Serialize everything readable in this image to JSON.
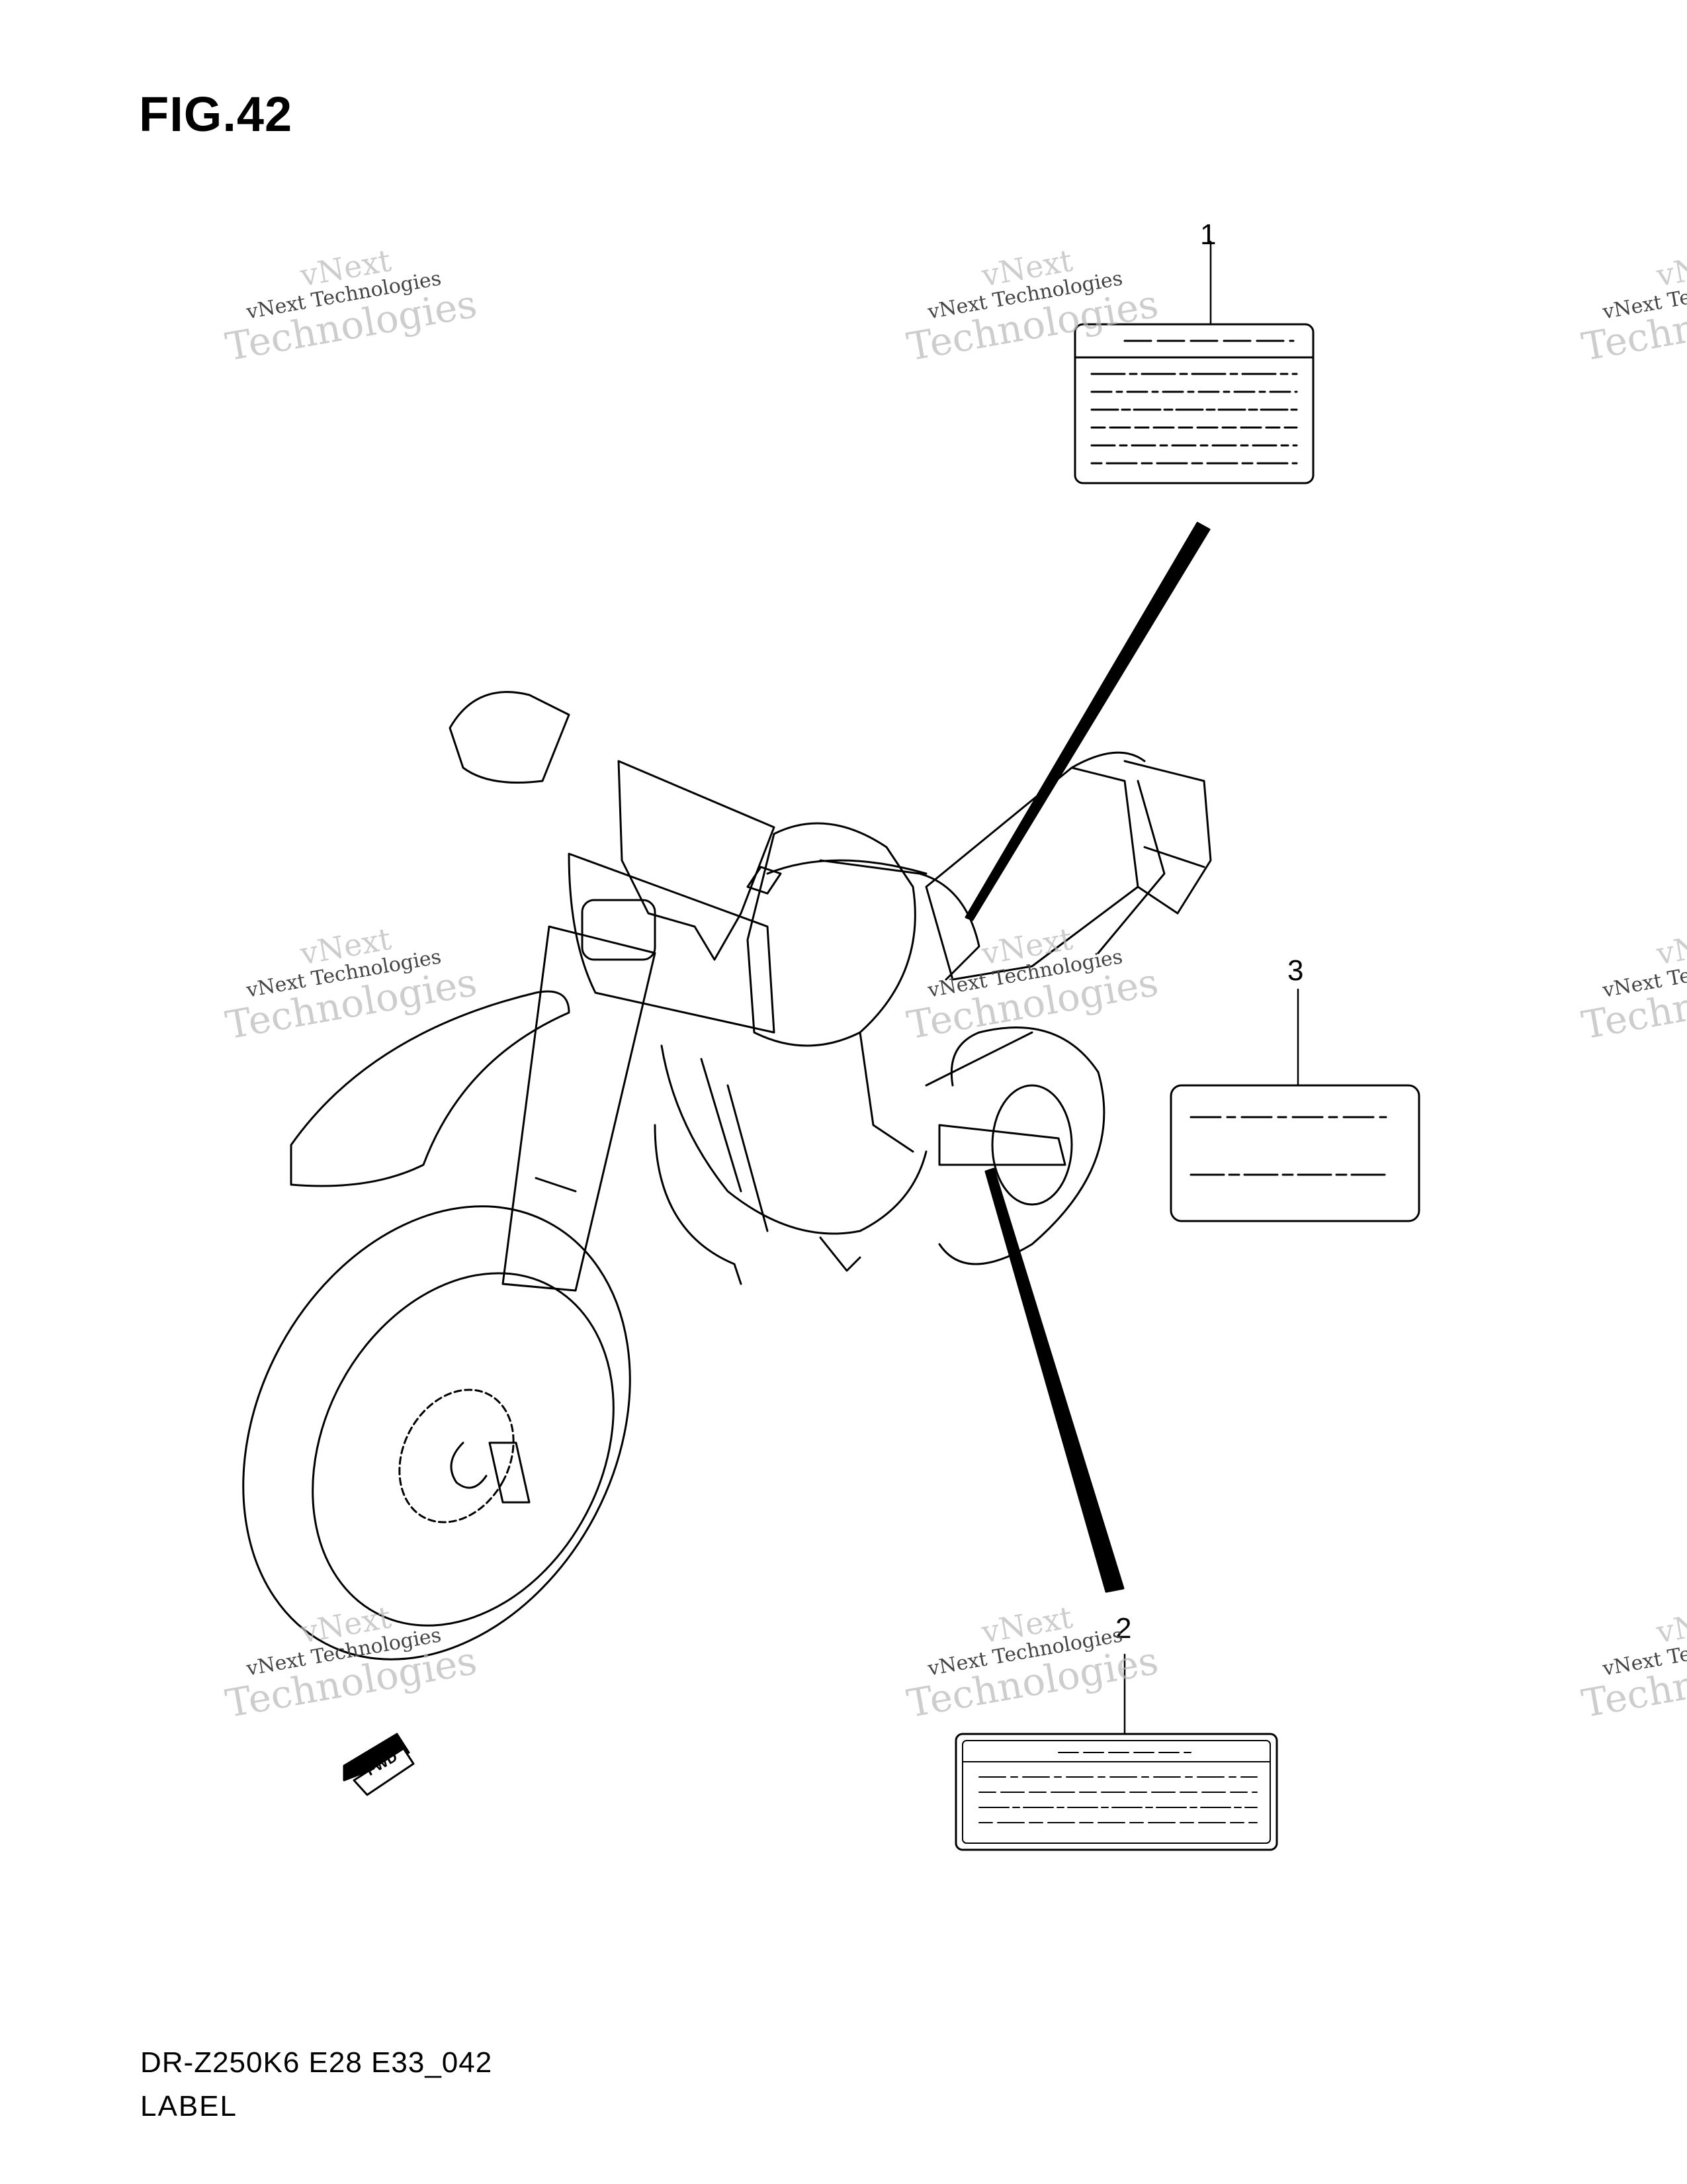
{
  "figure": {
    "title": "FIG.42",
    "model_code": "DR-Z250K6 E28 E33_042",
    "section_name": "LABEL"
  },
  "callouts": [
    "1",
    "2",
    "3"
  ],
  "badge": {
    "text": "FWD"
  },
  "watermark": {
    "line_top": "vNext",
    "line_mid": "vNext Technologies",
    "line_bottom": "Technologies"
  }
}
